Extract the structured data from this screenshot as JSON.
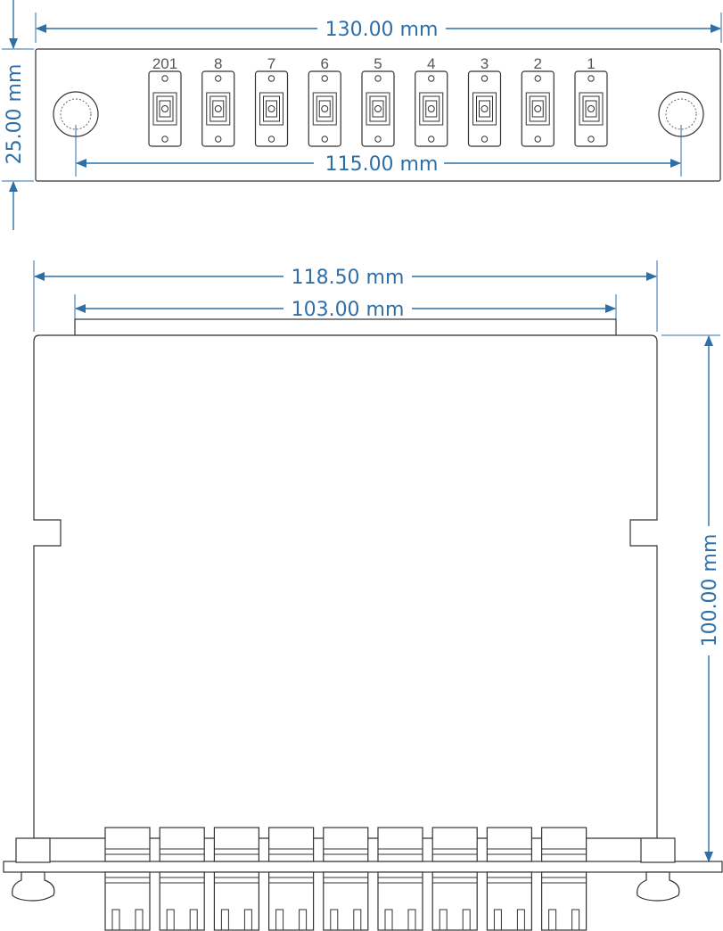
{
  "colors": {
    "dimension": "#2f6fa8",
    "outline": "#333333",
    "label": "#555555"
  },
  "dimensions": {
    "panel_width": "130.00 mm",
    "panel_height": "25.00 mm",
    "hole_spacing": "115.00 mm",
    "body_width": "118.50 mm",
    "flange_width": "103.00 mm",
    "body_depth": "100.00 mm"
  },
  "ports": [
    "201",
    "8",
    "7",
    "6",
    "5",
    "4",
    "3",
    "2",
    "1"
  ],
  "icons": {
    "mount_hole": "circle-icon",
    "adapter": "sc-adapter-icon",
    "arrow": "arrowhead-icon"
  }
}
